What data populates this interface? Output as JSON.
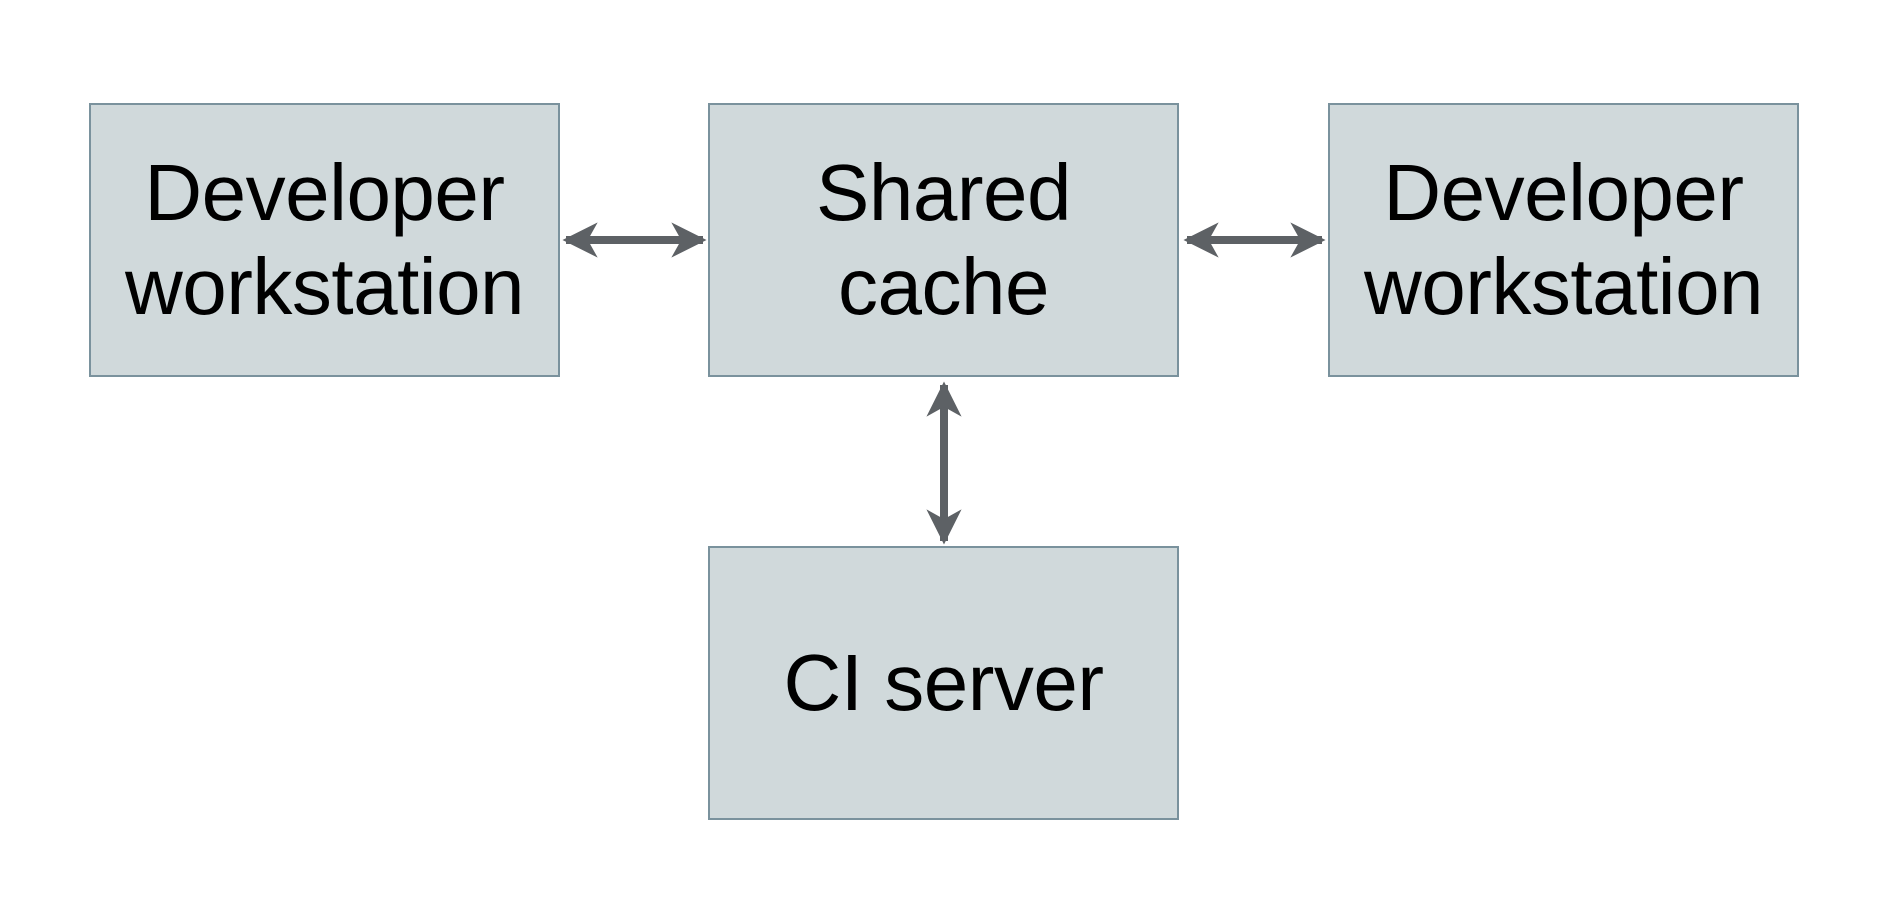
{
  "diagram": {
    "type": "architecture-diagram",
    "nodes": [
      {
        "id": "developer-workstation-left",
        "label": "Developer\nworkstation"
      },
      {
        "id": "shared-cache",
        "label": "Shared\ncache"
      },
      {
        "id": "developer-workstation-right",
        "label": "Developer\nworkstation"
      },
      {
        "id": "ci-server",
        "label": "CI server"
      }
    ],
    "edges": [
      {
        "from": "developer-workstation-left",
        "to": "shared-cache",
        "direction": "bidirectional"
      },
      {
        "from": "shared-cache",
        "to": "developer-workstation-right",
        "direction": "bidirectional"
      },
      {
        "from": "shared-cache",
        "to": "ci-server",
        "direction": "bidirectional"
      }
    ]
  },
  "colors": {
    "background": "#ffffff",
    "node_fill": "#d0d9db",
    "node_border": "#7a929d",
    "arrow": "#5d6165",
    "text": "#000000"
  }
}
